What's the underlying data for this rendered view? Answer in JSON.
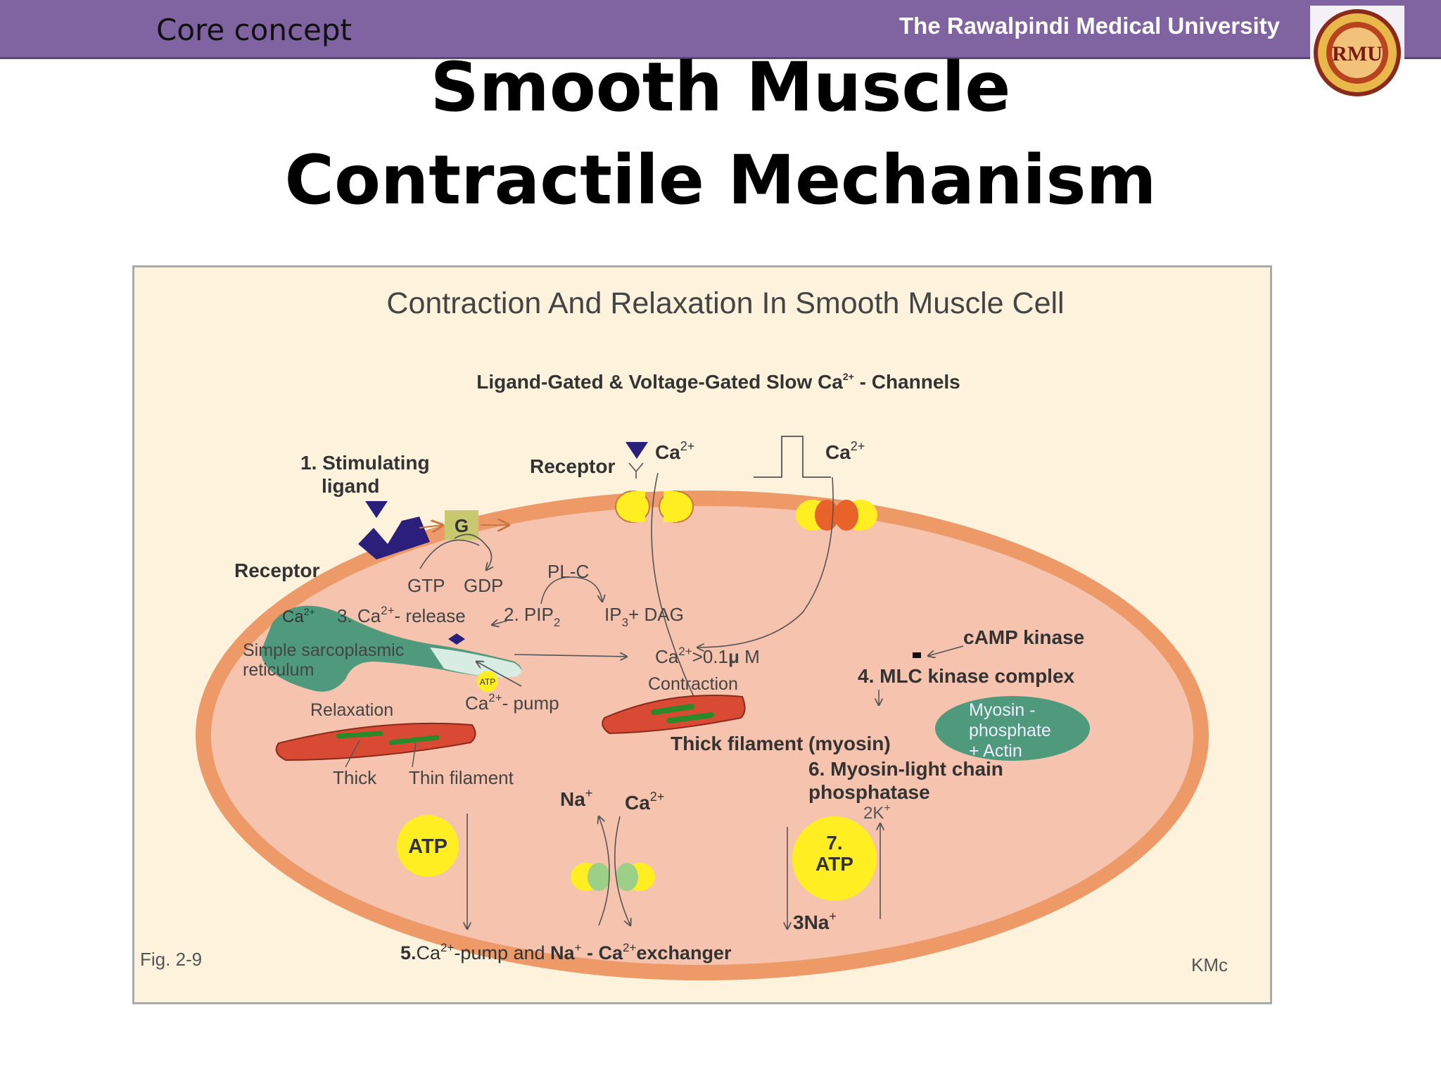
{
  "header": {
    "section_label": "Core concept",
    "university": "The Rawalpindi Medical University",
    "logo_text": "RMU"
  },
  "title": {
    "line1": "Smooth Muscle",
    "line2": "Contractile Mechanism"
  },
  "figure": {
    "title": "Contraction And Relaxation In Smooth Muscle Cell",
    "channels_label_pre": "Ligand-Gated & Voltage-Gated Slow Ca",
    "channels_label_sup": "2+",
    "channels_label_post": " - Channels",
    "stimulating_ligand_1": "1. Stimulating",
    "stimulating_ligand_2": "ligand",
    "receptor_top": "Receptor",
    "receptor_left": "Receptor",
    "g_protein": "G",
    "gtp": "GTP",
    "gdp": "GDP",
    "plc": "PL-C",
    "pip2_label": "2. PIP",
    "pip2_sub": "2",
    "ip3_label": "IP",
    "ip3_sub": "3",
    "ip3_rest": "+ DAG",
    "ca_label": "Ca",
    "ca_sup": "2+",
    "ca_release": "3. Ca",
    "ca_release_rest": "- release",
    "sr_line1": "Simple sarcoplasmic",
    "sr_line2": "reticulum",
    "atp_small": "ATP",
    "ca_pump": "- pump",
    "ca_threshold": ">0.1",
    "mu": "μ",
    "molar": " M",
    "contraction": "Contraction",
    "relaxation": "Relaxation",
    "thick": "Thick",
    "thin_filament": "Thin filament",
    "thick_filament": "Thick filament (myosin)",
    "camp_kinase": "cAMP kinase",
    "mlc_kinase": "4. MLC kinase complex",
    "myosin_phosphate_1": "Myosin -",
    "myosin_phosphate_2": "phosphate",
    "myosin_phosphate_3": "+ Actin",
    "mlc_phosphatase_1": "6. Myosin-light chain",
    "mlc_phosphatase_2": "phosphatase",
    "na_label": "Na",
    "na_sup": "+",
    "atp_left": "ATP",
    "atp_right_1": "7.",
    "atp_right_2": "ATP",
    "two_k": "2K",
    "k_sup": "+",
    "three_na": "3Na",
    "exchanger_5": "5.",
    "exchanger_pump": "-pump and ",
    "exchanger_dash": " - Ca",
    "exchanger_end": "exchanger",
    "fig_label": "Fig. 2-9",
    "author": "KMc"
  },
  "colors": {
    "header_bar": "#8064a2",
    "figure_bg": "#fdf3dd",
    "cell_membrane": "#ee9a68",
    "cytoplasm": "#f5c3ae",
    "receptor_navy": "#2a1f7a",
    "atp_yellow": "#ffee22",
    "sr_green": "#4f9a7c",
    "muscle_red": "#d94a35",
    "filament_green": "#2a8a2a"
  }
}
